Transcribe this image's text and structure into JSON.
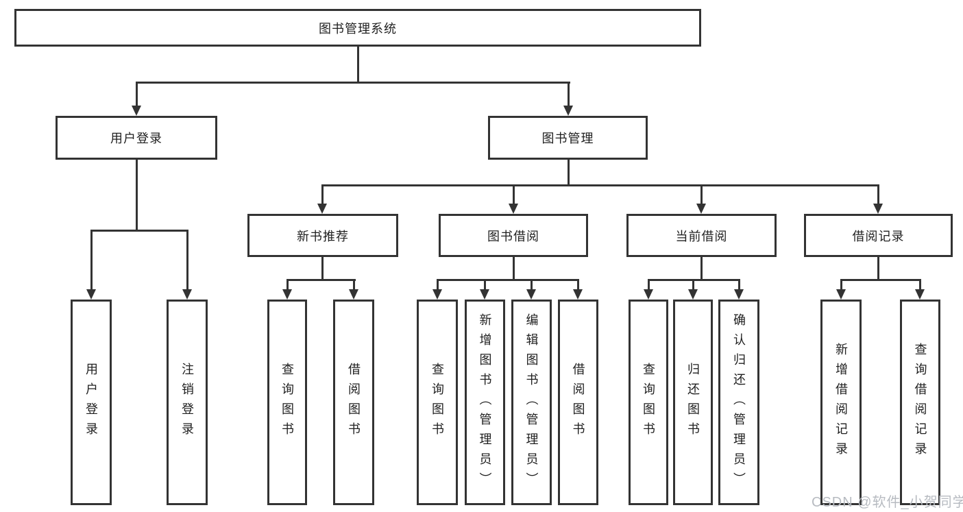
{
  "colors": {
    "line": "#333333",
    "text": "#1f1f1f",
    "background": "#ffffff",
    "watermark": "#b7bbc1"
  },
  "tree": {
    "label": "图书管理系统",
    "children": [
      {
        "label": "用户登录",
        "children": [
          {
            "label": "用户登录"
          },
          {
            "label": "注销登录"
          }
        ]
      },
      {
        "label": "图书管理",
        "children": [
          {
            "label": "新书推荐",
            "children": [
              {
                "label": "查询图书"
              },
              {
                "label": "借阅图书"
              }
            ]
          },
          {
            "label": "图书借阅",
            "children": [
              {
                "label": "查询图书"
              },
              {
                "label": "新增图书（管理员）"
              },
              {
                "label": "编辑图书（管理员）"
              },
              {
                "label": "借阅图书"
              }
            ]
          },
          {
            "label": "当前借阅",
            "children": [
              {
                "label": "查询图书"
              },
              {
                "label": "归还图书"
              },
              {
                "label": "确认归还（管理员）"
              }
            ]
          },
          {
            "label": "借阅记录",
            "children": [
              {
                "label": "新增借阅记录"
              },
              {
                "label": "查询借阅记录"
              }
            ]
          }
        ]
      }
    ]
  },
  "watermark": {
    "text": "CSDN @软件_小贺同学"
  }
}
